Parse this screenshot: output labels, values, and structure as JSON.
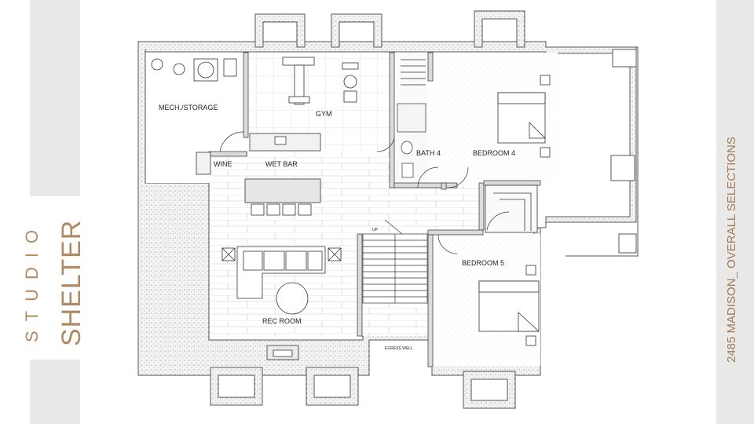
{
  "branding": {
    "logo_small": "STUDIO",
    "logo_big": "SHELTER",
    "accent_color": "#b08a63"
  },
  "side_title": "2485 MADISON_ OVERALL SELECTIONS",
  "plan": {
    "rooms": {
      "mech": "MECH./STORAGE",
      "gym": "GYM",
      "wine": "WINE",
      "wet_bar": "WET BAR",
      "bath4": "BATH 4",
      "bedroom4": "BEDROOM 4",
      "bedroom5": "BEDROOM 5",
      "rec_room": "REC ROOM"
    },
    "stair_label": "UP",
    "egress_label": "EGRESS WELL"
  }
}
